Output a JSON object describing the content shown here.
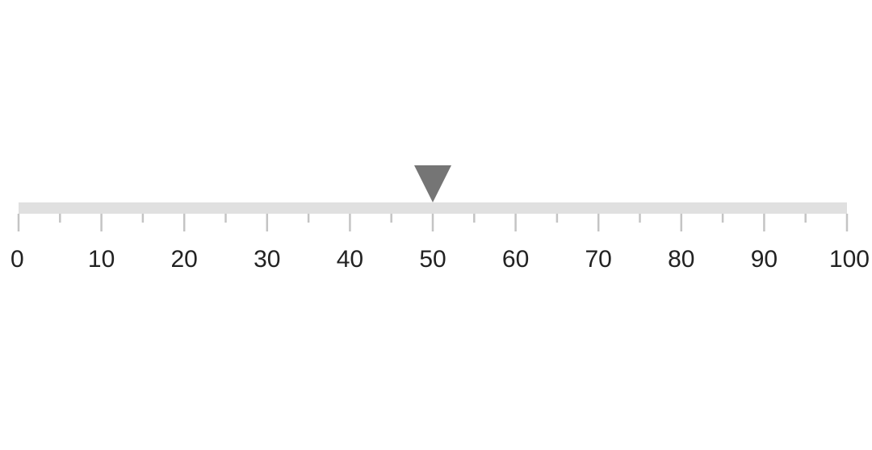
{
  "gauge": {
    "scale_min": 0,
    "scale_max": 100,
    "major_interval": 10,
    "minor_interval": 5,
    "tick_labels": [
      "0",
      "10",
      "20",
      "30",
      "40",
      "50",
      "60",
      "70",
      "80",
      "90",
      "100"
    ],
    "pointer_value": 50,
    "pointer_shape": "inverted-triangle",
    "colors": {
      "track": "#e0e0e0",
      "ticks": "#c4c4c4",
      "pointer": "#757575",
      "labels": "#222222"
    }
  }
}
